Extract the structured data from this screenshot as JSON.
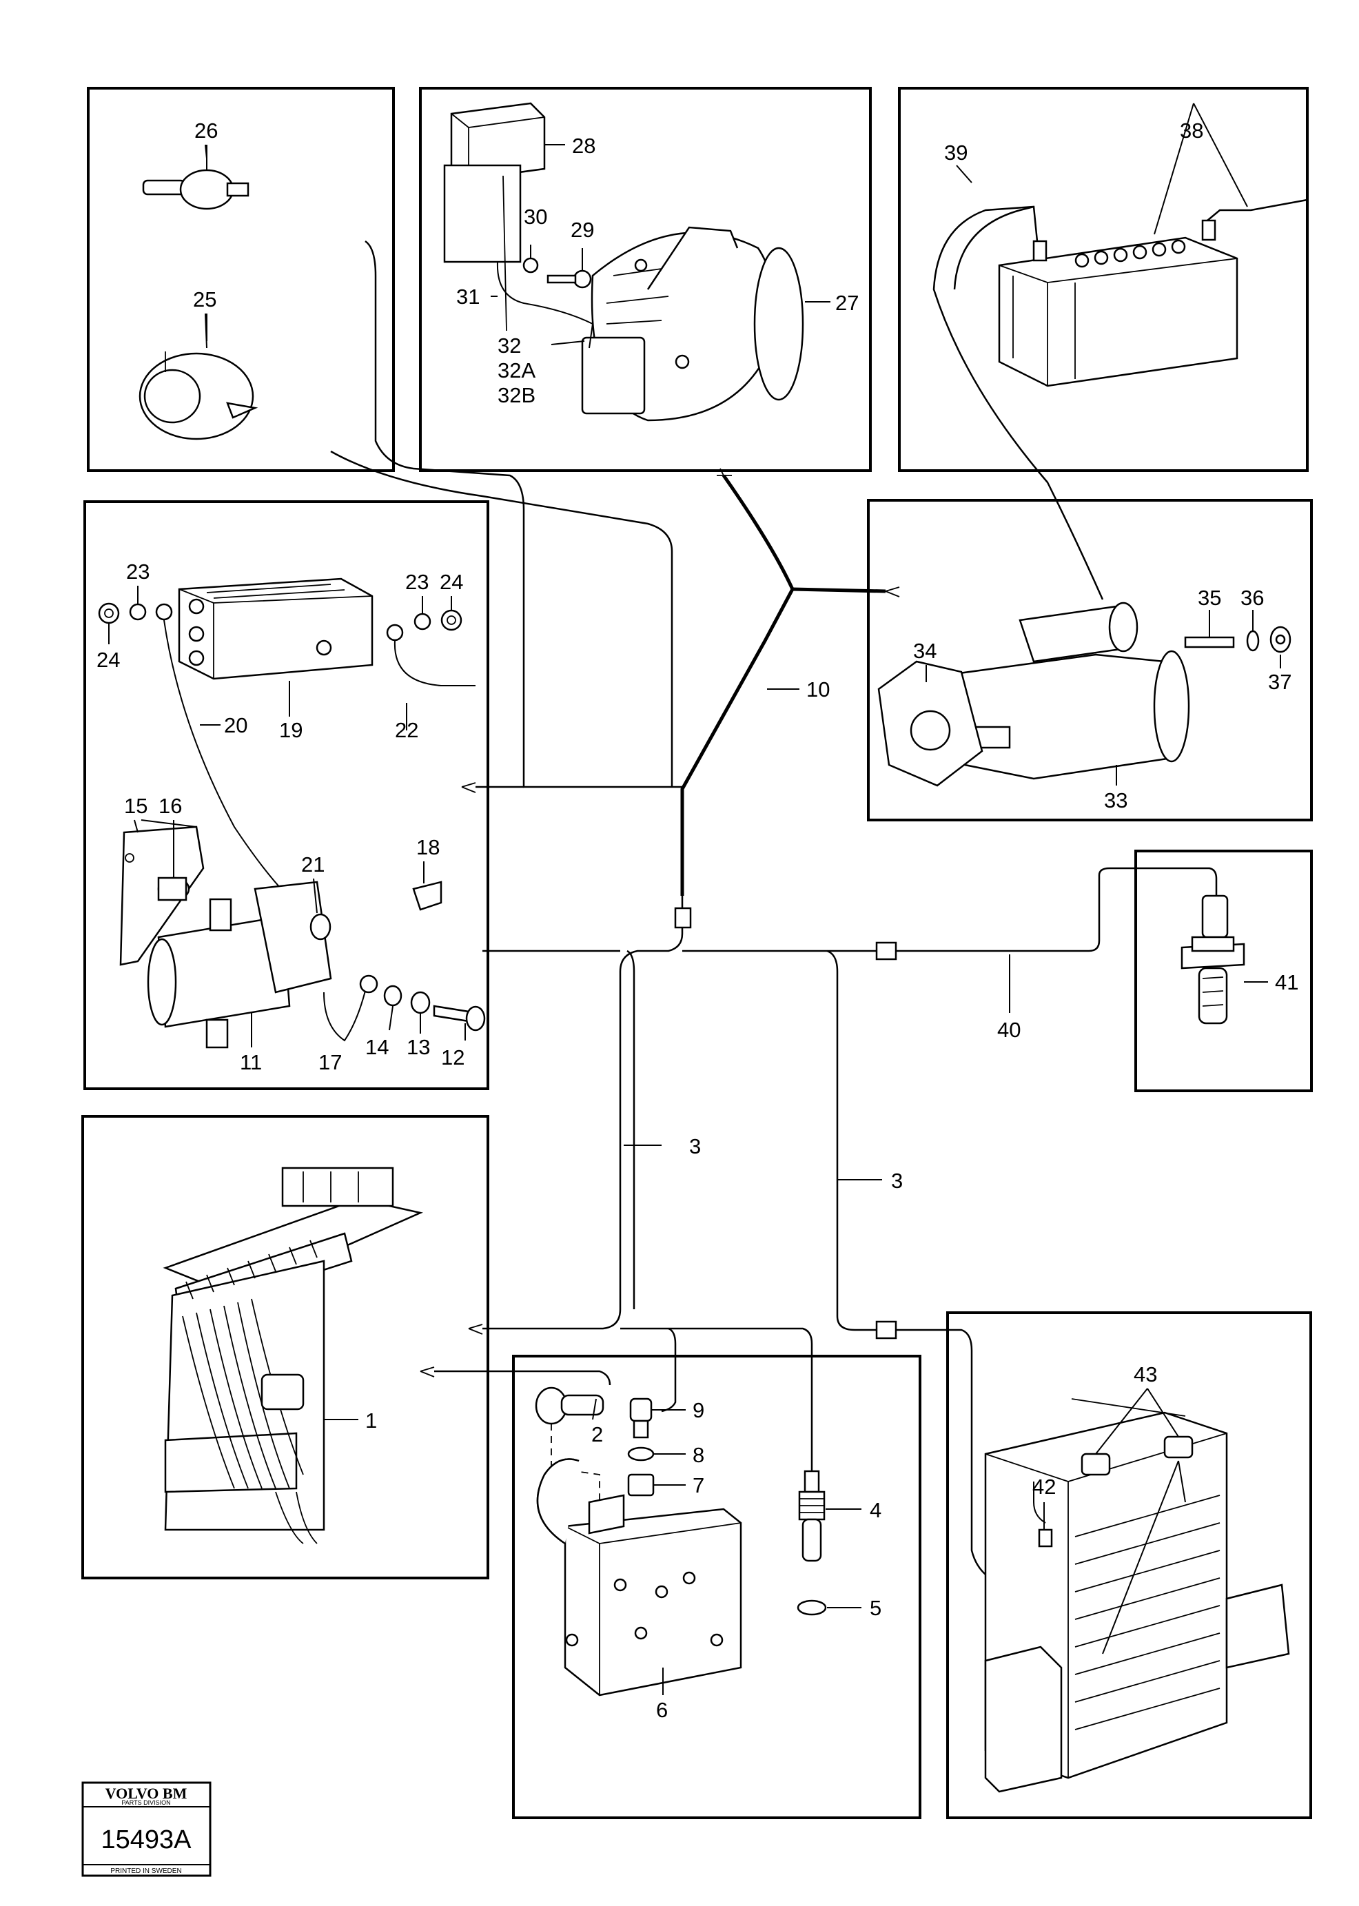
{
  "callouts": [
    {
      "id": "c1",
      "text": "1"
    },
    {
      "id": "c2",
      "text": "2"
    },
    {
      "id": "c3a",
      "text": "3"
    },
    {
      "id": "c3b",
      "text": "3"
    },
    {
      "id": "c4",
      "text": "4"
    },
    {
      "id": "c5",
      "text": "5"
    },
    {
      "id": "c6",
      "text": "6"
    },
    {
      "id": "c7",
      "text": "7"
    },
    {
      "id": "c8",
      "text": "8"
    },
    {
      "id": "c9",
      "text": "9"
    },
    {
      "id": "c10",
      "text": "10"
    },
    {
      "id": "c11",
      "text": "11"
    },
    {
      "id": "c12",
      "text": "12"
    },
    {
      "id": "c13",
      "text": "13"
    },
    {
      "id": "c14",
      "text": "14"
    },
    {
      "id": "c15",
      "text": "15"
    },
    {
      "id": "c16",
      "text": "16"
    },
    {
      "id": "c17",
      "text": "17"
    },
    {
      "id": "c18",
      "text": "18"
    },
    {
      "id": "c19",
      "text": "19"
    },
    {
      "id": "c20",
      "text": "20"
    },
    {
      "id": "c21",
      "text": "21"
    },
    {
      "id": "c22",
      "text": "22"
    },
    {
      "id": "c23a",
      "text": "23"
    },
    {
      "id": "c23b",
      "text": "23"
    },
    {
      "id": "c24a",
      "text": "24"
    },
    {
      "id": "c24b",
      "text": "24"
    },
    {
      "id": "c25",
      "text": "25"
    },
    {
      "id": "c26",
      "text": "26"
    },
    {
      "id": "c27",
      "text": "27"
    },
    {
      "id": "c28",
      "text": "28"
    },
    {
      "id": "c29",
      "text": "29"
    },
    {
      "id": "c30",
      "text": "30"
    },
    {
      "id": "c31",
      "text": "31"
    },
    {
      "id": "c32",
      "text": "32"
    },
    {
      "id": "c32a",
      "text": "32A"
    },
    {
      "id": "c32b",
      "text": "32B"
    },
    {
      "id": "c33",
      "text": "33"
    },
    {
      "id": "c34",
      "text": "34"
    },
    {
      "id": "c35",
      "text": "35"
    },
    {
      "id": "c36",
      "text": "36"
    },
    {
      "id": "c37",
      "text": "37"
    },
    {
      "id": "c38",
      "text": "38"
    },
    {
      "id": "c39",
      "text": "39"
    },
    {
      "id": "c40",
      "text": "40"
    },
    {
      "id": "c41",
      "text": "41"
    },
    {
      "id": "c42",
      "text": "42"
    },
    {
      "id": "c43",
      "text": "43"
    }
  ],
  "stamp": {
    "brand": "VOLVO BM",
    "division": "PARTS DIVISION",
    "number": "15493A",
    "printed": "PRINTED IN SWEDEN"
  }
}
